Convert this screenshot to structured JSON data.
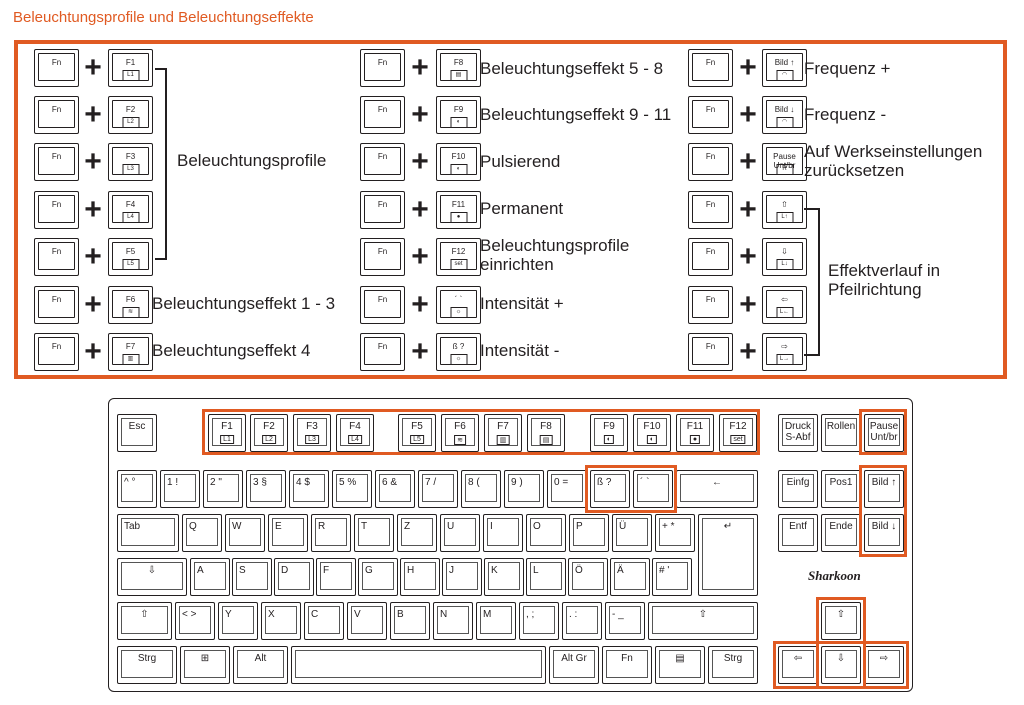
{
  "title": "Beleuchtungsprofile und Beleuchtungseffekte",
  "fn": "Fn",
  "plus": "+",
  "col1": [
    {
      "f": "F1",
      "s": "L1"
    },
    {
      "f": "F2",
      "s": "L2"
    },
    {
      "f": "F3",
      "s": "L3"
    },
    {
      "f": "F4",
      "s": "L4"
    },
    {
      "f": "F5",
      "s": "L5"
    },
    {
      "f": "F6",
      "s": "≋"
    },
    {
      "f": "F7",
      "s": "▥"
    }
  ],
  "col1_label": "Beleuchtungsprofile",
  "col1_f6": "Beleuchtungseffekt 1 - 3",
  "col1_f7": "Beleuchtungseffekt 4",
  "col2": [
    {
      "f": "F8",
      "s": "▤",
      "label": "Beleuchtungseffekt  5 - 8"
    },
    {
      "f": "F9",
      "s": "◐",
      "label": "Beleuchtungseffekt  9 - 11"
    },
    {
      "f": "F10",
      "s": "◐",
      "label": "Pulsierend"
    },
    {
      "f": "F11",
      "s": "●",
      "label": "Permanent"
    },
    {
      "f": "F12",
      "s": "set",
      "label": "Beleuchtungsprofile einrichten"
    },
    {
      "f": "´  `",
      "s": "☼",
      "label": "Intensität +"
    },
    {
      "f": "ß  ?",
      "s": "☼",
      "label": "Intensität -"
    }
  ],
  "col3": [
    {
      "f": "Bild ↑",
      "s": "◠",
      "label": "Frequenz +"
    },
    {
      "f": "Bild ↓",
      "s": "◠",
      "label": "Frequenz -"
    },
    {
      "f": "Pause Unt/br",
      "s": "R",
      "label": "Auf Werkseinstellungen zurücksetzen"
    },
    {
      "f": "⇧",
      "s": "L↑"
    },
    {
      "f": "⇩",
      "s": "L↓"
    },
    {
      "f": "⇦",
      "s": "L←"
    },
    {
      "f": "⇨",
      "s": "L→"
    }
  ],
  "col3_arrow_label": "Effektverlauf in Pfeilrichtung",
  "logo": "Sharkoon",
  "kb": {
    "esc": "Esc",
    "frow": [
      "F1",
      "F2",
      "F3",
      "F4",
      "F5",
      "F6",
      "F7",
      "F8",
      "F9",
      "F10",
      "F11",
      "F12"
    ],
    "fsub": [
      "L1",
      "L2",
      "L3",
      "L4",
      "L5",
      "≋",
      "▥",
      "▤",
      "◐",
      "◐",
      "●",
      "set"
    ],
    "nav1": [
      "Druck S-Abf",
      "Rollen",
      "Pause Unt/br"
    ],
    "num": [
      "^  °",
      "1  !",
      "2  \"",
      "3  §",
      "4  $",
      "5  %",
      "6  &",
      "7  /",
      "8  (",
      "9  )",
      "0  =",
      "ß  ?",
      "´  `"
    ],
    "nav2": [
      "Einfg",
      "Pos1",
      "Bild ↑"
    ],
    "q": [
      "Tab",
      "Q",
      "W",
      "E",
      "R",
      "T",
      "Z",
      "U",
      "I",
      "O",
      "P",
      "Ü",
      "+  *"
    ],
    "nav3": [
      "Entf",
      "Ende",
      "Bild ↓"
    ],
    "a": [
      "⇩",
      "A",
      "S",
      "D",
      "F",
      "G",
      "H",
      "J",
      "K",
      "L",
      "Ö",
      "Ä",
      "#  '"
    ],
    "y": [
      "⇧",
      "<  >",
      "Y",
      "X",
      "C",
      "V",
      "B",
      "N",
      "M",
      ",  ;",
      ".  :",
      "-  _",
      "⇧"
    ],
    "bot": [
      "Strg",
      "⊞",
      "Alt",
      "Alt Gr",
      "Fn",
      "▤",
      "Strg"
    ],
    "arrows": [
      "⇧",
      "⇦",
      "⇩",
      "⇨"
    ]
  }
}
